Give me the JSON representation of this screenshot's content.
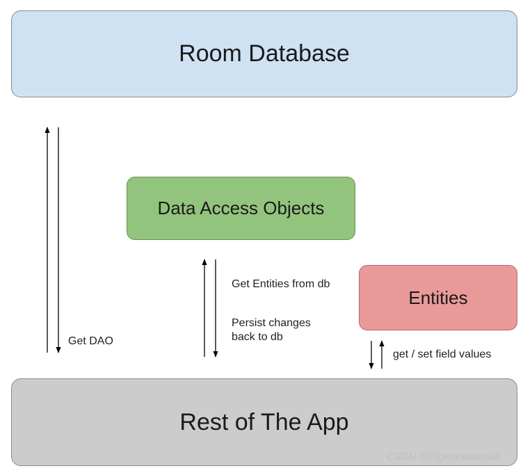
{
  "boxes": {
    "room_database": "Room Database",
    "data_access_objects": "Data Access Objects",
    "entities": "Entities",
    "rest_of_app": "Rest of The App"
  },
  "labels": {
    "get_dao": "Get DAO",
    "get_entities": "Get Entities from db",
    "persist_line1": "Persist changes",
    "persist_line2": "back to db",
    "field_values": "get / set field values"
  },
  "watermark": "CSDN @djgedexiaomidi",
  "colors": {
    "room_database": "#cfe2f3",
    "data_access_objects": "#93c47d",
    "entities": "#ea9999",
    "rest_of_app": "#cccccc"
  }
}
